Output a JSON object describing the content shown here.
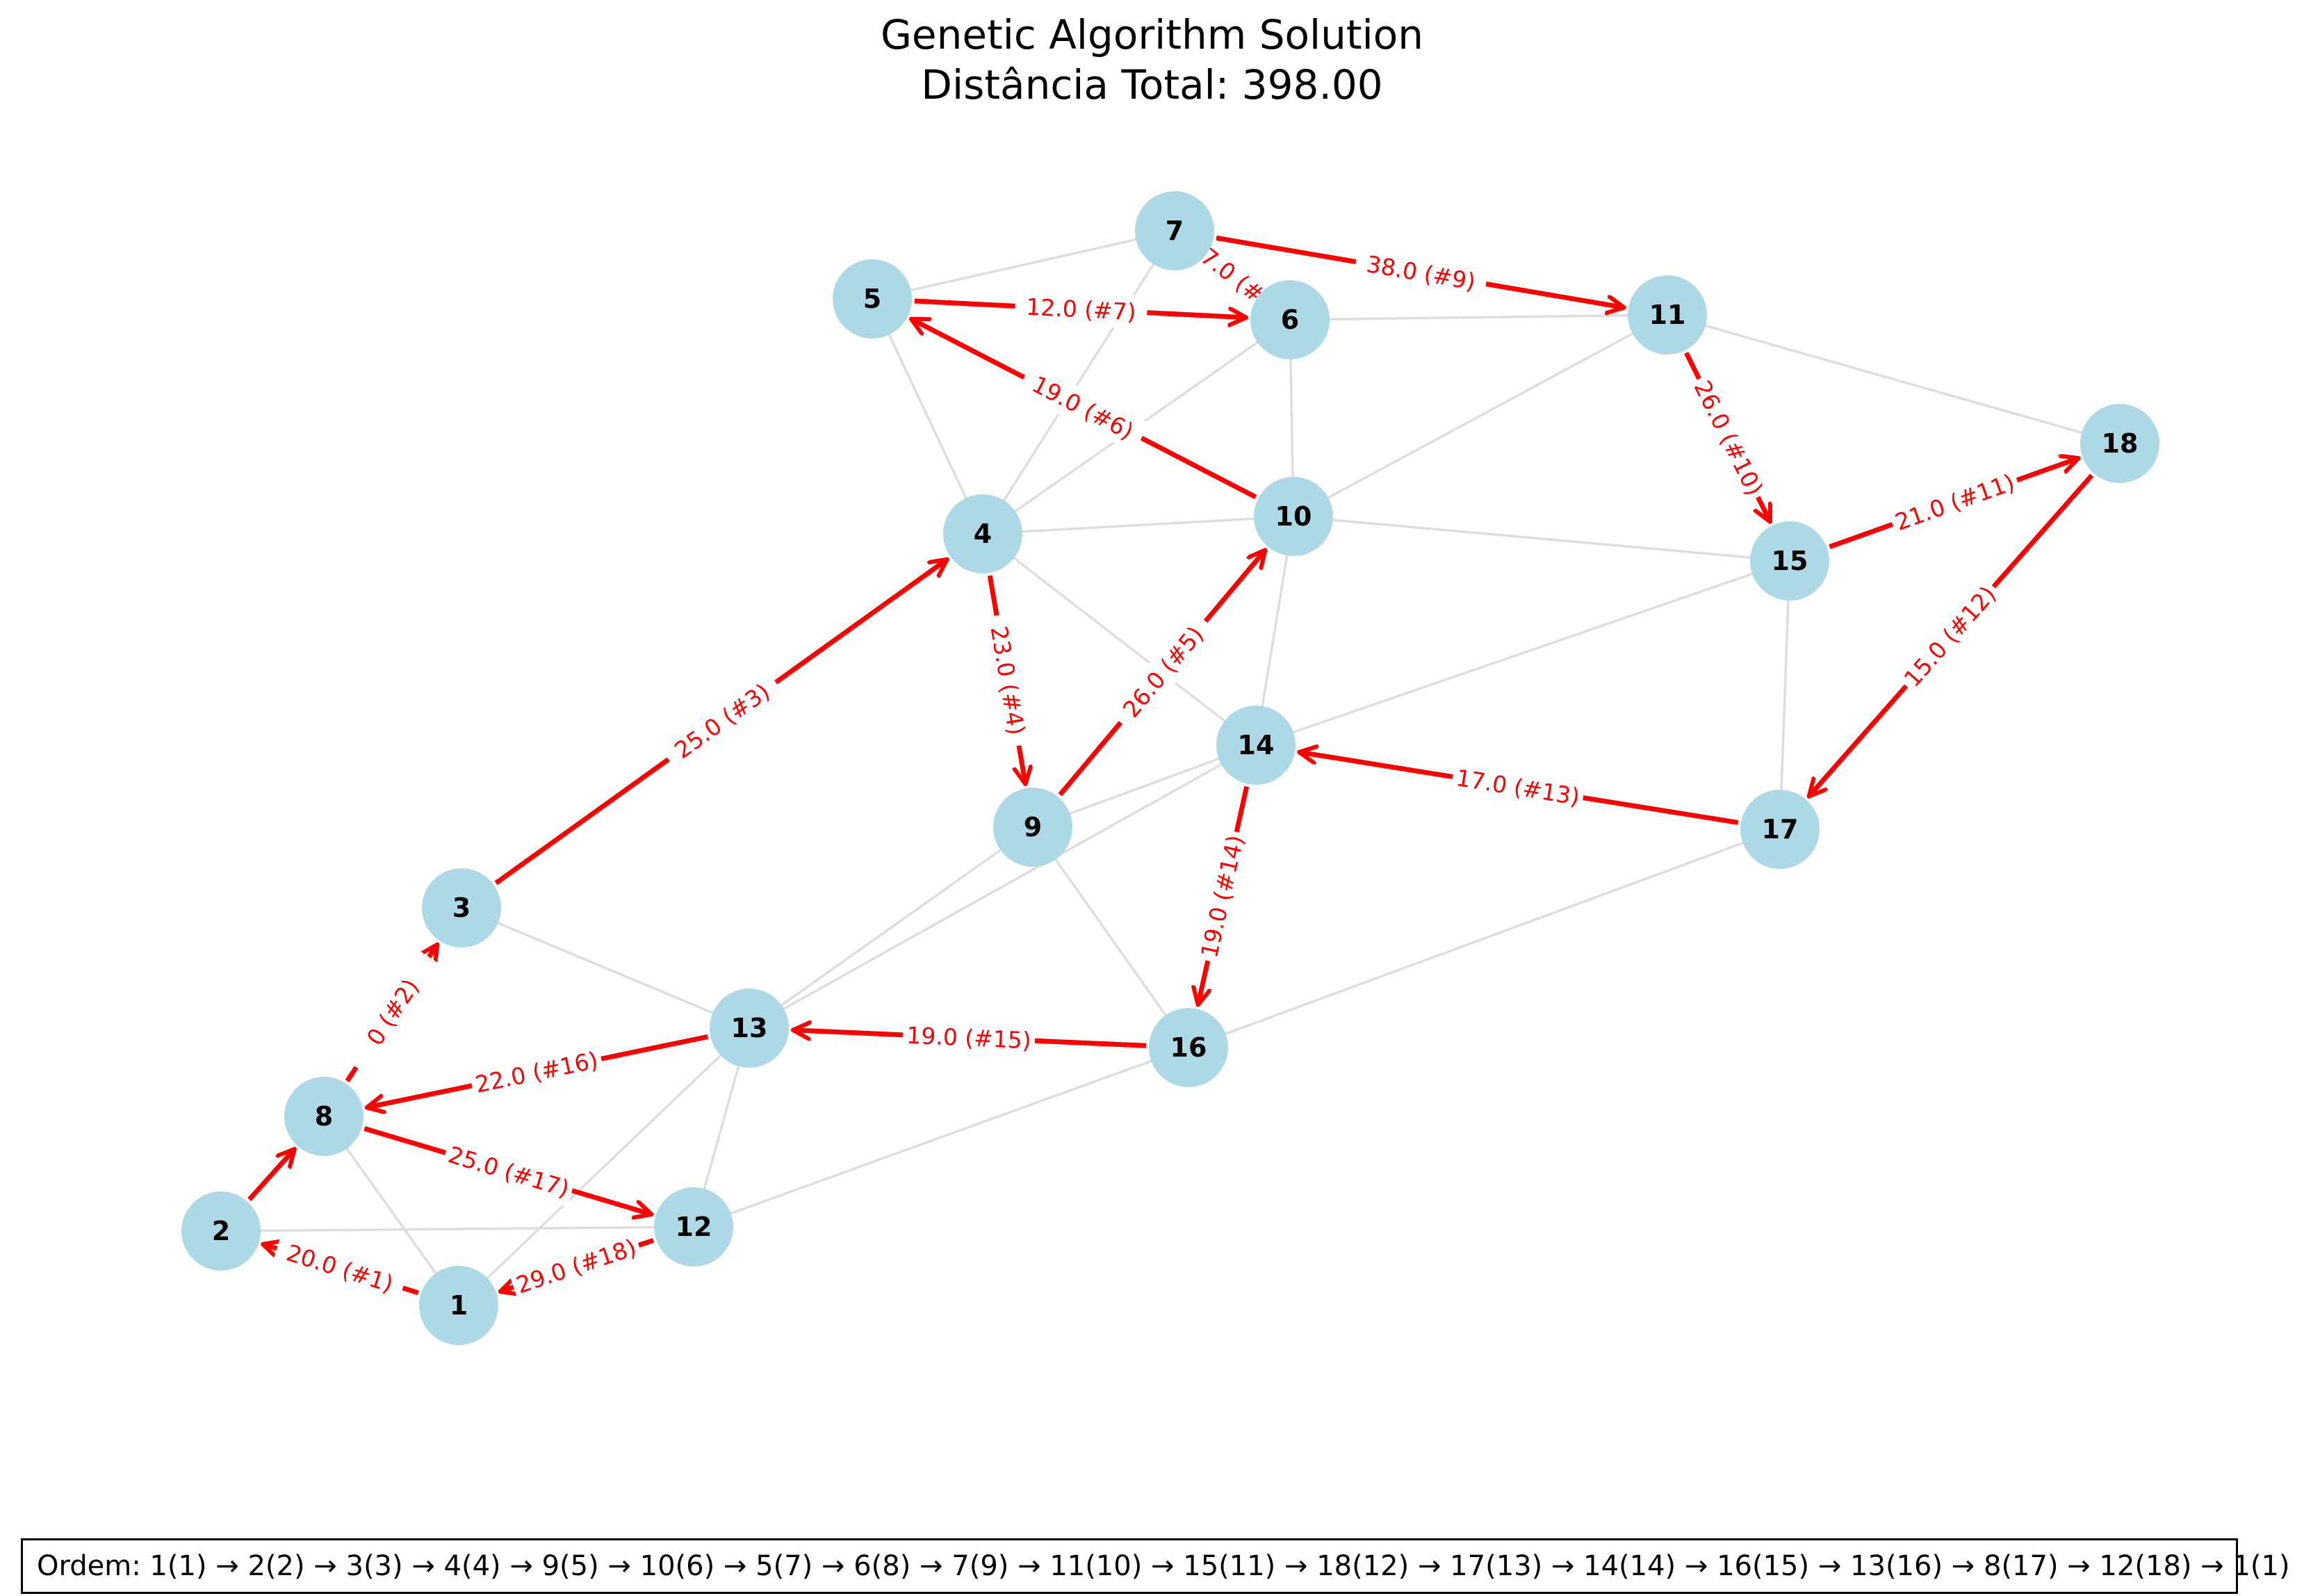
{
  "title": {
    "line1": "Genetic Algorithm Solution",
    "line2": "Distância Total: 398.00"
  },
  "order_text": "Ordem: 1(1) → 2(2) → 3(3) → 4(4) → 9(5) → 10(6) → 5(7) → 6(8) → 7(9) → 11(10) → 15(11) → 18(12) → 17(13) → 14(14) → 16(15) → 13(16) → 8(17) → 12(18) → 1(1)",
  "colors": {
    "node_fill": "#add8e6",
    "route_edge": "#ff0000",
    "background_edge": "#dddddd"
  },
  "nodes": [
    "1",
    "2",
    "3",
    "4",
    "5",
    "6",
    "7",
    "8",
    "9",
    "10",
    "11",
    "12",
    "13",
    "14",
    "15",
    "16",
    "17",
    "18"
  ],
  "background_edges": [
    [
      "1",
      "8"
    ],
    [
      "1",
      "13"
    ],
    [
      "2",
      "12"
    ],
    [
      "3",
      "13"
    ],
    [
      "4",
      "5"
    ],
    [
      "4",
      "7"
    ],
    [
      "4",
      "6"
    ],
    [
      "4",
      "10"
    ],
    [
      "4",
      "14"
    ],
    [
      "5",
      "7"
    ],
    [
      "6",
      "10"
    ],
    [
      "6",
      "11"
    ],
    [
      "9",
      "13"
    ],
    [
      "9",
      "14"
    ],
    [
      "9",
      "16"
    ],
    [
      "10",
      "11"
    ],
    [
      "10",
      "14"
    ],
    [
      "10",
      "15"
    ],
    [
      "11",
      "18"
    ],
    [
      "12",
      "13"
    ],
    [
      "12",
      "16"
    ],
    [
      "13",
      "14"
    ],
    [
      "14",
      "15"
    ],
    [
      "15",
      "17"
    ],
    [
      "16",
      "17"
    ]
  ],
  "route": [
    {
      "from": "1",
      "to": "2",
      "label": "20.0 (#1)"
    },
    {
      "from": "2",
      "to": "8",
      "label": ""
    },
    {
      "from": "8",
      "to": "3",
      "label": "0 (#2)"
    },
    {
      "from": "3",
      "to": "4",
      "label": "25.0 (#3)"
    },
    {
      "from": "4",
      "to": "9",
      "label": "23.0 (#4)"
    },
    {
      "from": "9",
      "to": "10",
      "label": "26.0 (#5)"
    },
    {
      "from": "10",
      "to": "5",
      "label": "19.0 (#6)"
    },
    {
      "from": "5",
      "to": "6",
      "label": "12.0 (#7)"
    },
    {
      "from": "7",
      "to": "6",
      "label": "7.0 (#"
    },
    {
      "from": "7",
      "to": "11",
      "label": "38.0 (#9)"
    },
    {
      "from": "11",
      "to": "15",
      "label": "26.0 (#10)"
    },
    {
      "from": "15",
      "to": "18",
      "label": "21.0 (#11)"
    },
    {
      "from": "18",
      "to": "17",
      "label": "15.0 (#12)"
    },
    {
      "from": "17",
      "to": "14",
      "label": "17.0 (#13)"
    },
    {
      "from": "14",
      "to": "16",
      "label": "19.0 (#14)"
    },
    {
      "from": "16",
      "to": "13",
      "label": "19.0 (#15)"
    },
    {
      "from": "13",
      "to": "8",
      "label": "22.0 (#16)"
    },
    {
      "from": "8",
      "to": "12",
      "label": "25.0 (#17)"
    },
    {
      "from": "12",
      "to": "1",
      "label": "29.0 (#18)"
    }
  ]
}
